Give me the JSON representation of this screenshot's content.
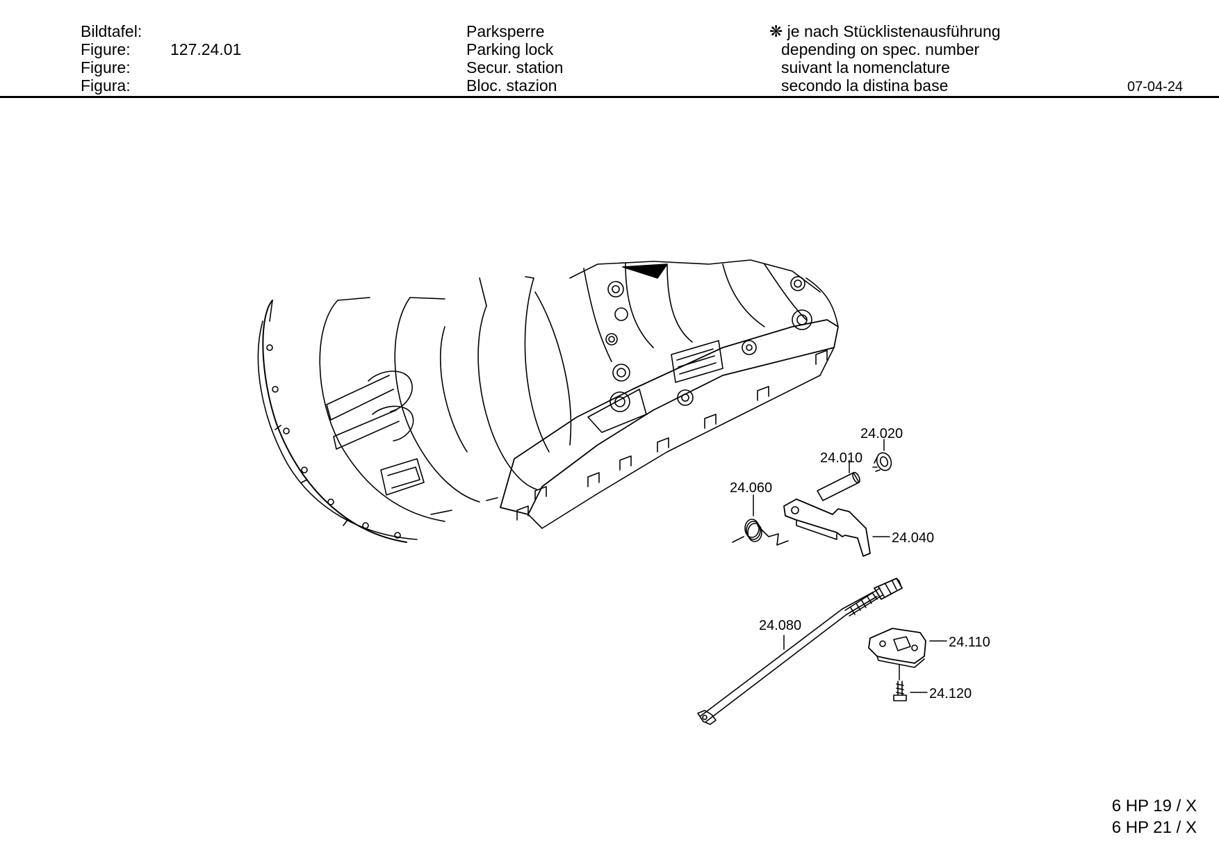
{
  "header": {
    "labels": [
      "Bildtafel:",
      "Figure:",
      "Figure:",
      "Figura:"
    ],
    "figure_number": "127.24.01",
    "title": {
      "de": "Parksperre",
      "en": "Parking lock",
      "fr": "Secur. station",
      "it": "Bloc. stazion"
    },
    "note": {
      "de": "❋ je nach Stücklistenausführung",
      "en": "depending on spec. number",
      "fr": "suivant la nomenclature",
      "it": "secondo la distina base"
    },
    "date": "07-04-24"
  },
  "callouts": {
    "p24020": "24.020",
    "p24010": "24.010",
    "p24060": "24.060",
    "p24040": "24.040",
    "p24080": "24.080",
    "p24110": "24.110",
    "p24120": "24.120"
  },
  "models": [
    "6 HP 19 / X",
    "6 HP 21 / X"
  ]
}
